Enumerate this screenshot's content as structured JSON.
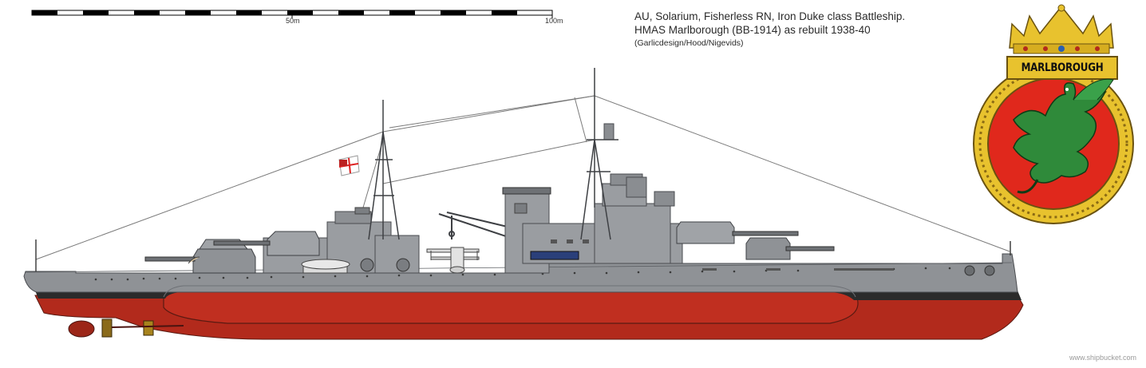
{
  "title": {
    "line1": "AU, Solarium, Fisherless RN, Iron Duke class Battleship.",
    "line2": "HMAS Marlborough (BB-1914) as rebuilt 1938-40",
    "credits": "(Garlicdesign/Hood/Nigevids)"
  },
  "scale_bar": {
    "mid_label": "50m",
    "end_label": "100m"
  },
  "badge": {
    "name": "MARLBOROUGH",
    "icon": "dragon-badge-icon"
  },
  "footer": {
    "watermark": "www.shipbucket.com"
  },
  "colors": {
    "hull_red": "#b22a1c",
    "hull_grey": "#8f9296",
    "superstructure_grey": "#9a9da1",
    "boot_topping": "#2b2b2b",
    "badge_gold": "#e8c22e",
    "badge_red": "#e0281c",
    "dragon_green": "#2f8a3a"
  }
}
